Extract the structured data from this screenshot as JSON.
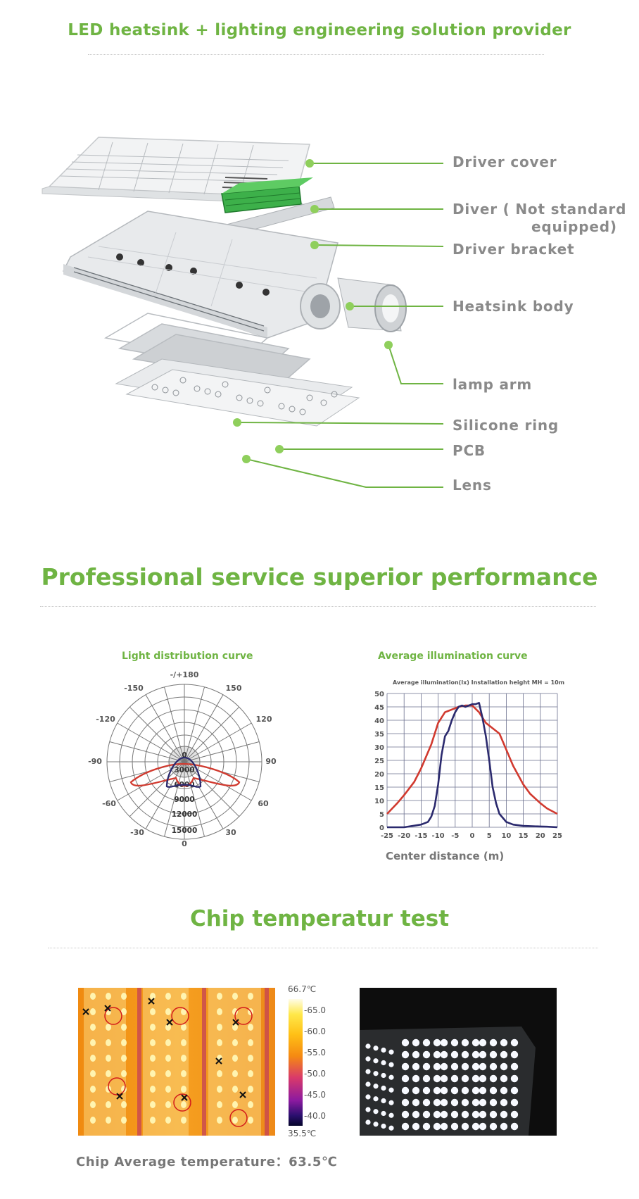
{
  "header": {
    "title": "LED heatsink + lighting engineering solution provider"
  },
  "exploded": {
    "labels": [
      "Driver cover",
      "Diver ( Not standard",
      "equipped)",
      "Driver bracket",
      "Heatsink body",
      "lamp arm",
      "Silicone ring",
      "PCB",
      "Lens"
    ]
  },
  "performance": {
    "title": "Professional service superior performance",
    "polar": {
      "title": "Light distribution curve",
      "angle_labels": [
        "-/+180",
        "-150",
        "150",
        "-120",
        "120",
        "-90",
        "90",
        "-60",
        "60",
        "-30",
        "30",
        "0"
      ],
      "radial_labels": [
        "0",
        "3000",
        "6000",
        "9000",
        "12000",
        "15000"
      ]
    }
  },
  "chart_data": {
    "type": "line",
    "title": "Average illumination curve",
    "subtitle": "Average illumination(lx)    Installation height MH = 10m",
    "xlabel": "Center distance (m)",
    "ylabel": "",
    "xlim": [
      -25,
      25
    ],
    "ylim": [
      0,
      50
    ],
    "x_ticks": [
      "-25",
      "-20",
      "-15",
      "-10",
      "-5",
      "0",
      "5",
      "10",
      "15",
      "20",
      "25"
    ],
    "y_ticks": [
      "0",
      "5",
      "10",
      "15",
      "20",
      "25",
      "30",
      "35",
      "40",
      "45",
      "50"
    ],
    "grid": true,
    "colors": [
      "#d13a2f",
      "#2b2a6e"
    ],
    "series": [
      {
        "x": [
          -25,
          -22,
          -20,
          -17,
          -15,
          -12,
          -10,
          -8,
          -6,
          -4,
          -2,
          0,
          2,
          4,
          6,
          8,
          10,
          12,
          15,
          17,
          20,
          22,
          25
        ],
        "y": [
          5,
          9,
          12,
          17,
          22,
          31,
          39,
          43,
          44,
          45,
          45.5,
          45.5,
          43,
          39,
          37,
          35,
          29,
          23,
          16,
          12.5,
          9,
          7,
          5
        ]
      },
      {
        "x": [
          -25,
          -20,
          -15,
          -13,
          -12,
          -11,
          -10,
          -9,
          -8,
          -7,
          -6,
          -5,
          -4,
          -3,
          -2,
          -1,
          0,
          1,
          2,
          3,
          4,
          5,
          6,
          7,
          8,
          10,
          12,
          15,
          20,
          22,
          25
        ],
        "y": [
          0,
          0,
          1,
          2,
          4,
          8,
          16,
          27,
          34,
          36,
          40,
          43,
          45,
          45.5,
          45,
          45.5,
          46,
          46,
          46.5,
          41,
          34,
          25,
          15,
          9,
          5,
          2,
          1,
          0.5,
          0.3,
          0.2,
          0
        ]
      }
    ]
  },
  "temperature": {
    "title": "Chip temperatur test",
    "scale_max": "66.7℃",
    "scale_min": "35.5℃",
    "scale_ticks": [
      "65.0",
      "60.0",
      "55.0",
      "50.0",
      "45.0",
      "40.0"
    ],
    "average_text": "Chip Average temperature：63.5℃"
  }
}
